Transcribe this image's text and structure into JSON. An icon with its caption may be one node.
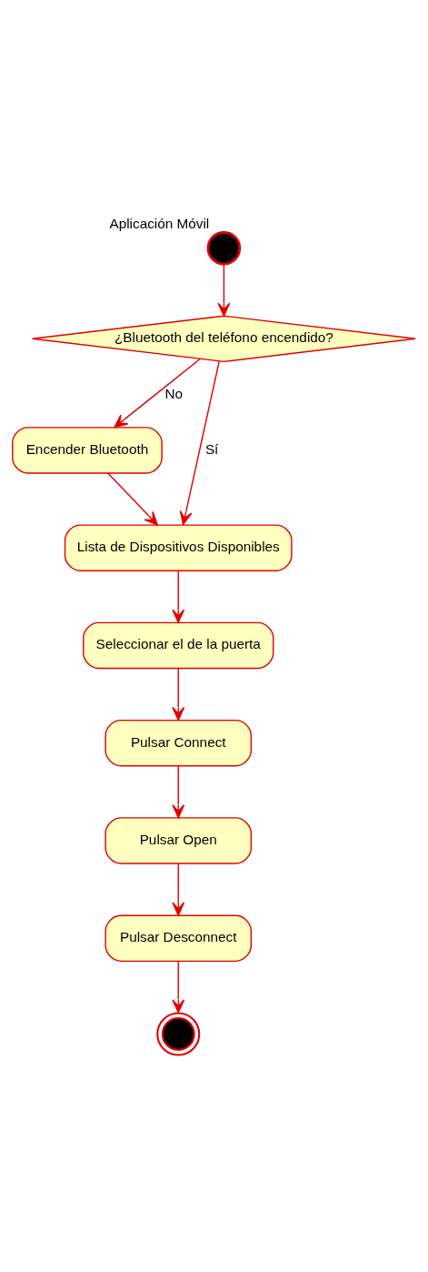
{
  "diagram": {
    "nodes": [
      {
        "text": [],
        "shape": "circle",
        "beside": [
          "Aplicación Móvil"
        ]
      },
      {
        "text": [
          "¿Bluetooth del teléfono encendido?"
        ]
      },
      {
        "text": [
          "Encender Bluetooth"
        ]
      },
      {
        "text": [
          "Lista de Dispositivos Disponibles"
        ]
      },
      {
        "text": [
          "Seleccionar el de la puerta"
        ]
      },
      {
        "text": [
          "Pulsar Connect"
        ]
      },
      {
        "text": [
          "Pulsar Open"
        ]
      },
      {
        "text": [
          "Pulsar Desconnect"
        ]
      },
      {
        "text": [],
        "shape": "bullseye"
      }
    ],
    "edges": [
      {
        "from": 0,
        "to": 1,
        "arrow": "to"
      },
      {
        "from": 1,
        "to": 2,
        "arrow": "to",
        "label": "No"
      },
      {
        "from": 1,
        "to": 3,
        "arrow": "to",
        "label": "Sí"
      },
      {
        "from": 2,
        "to": 3,
        "arrow": "to"
      },
      {
        "from": 3,
        "to": 4,
        "arrow": "to"
      },
      {
        "from": 4,
        "to": 5,
        "arrow": "to"
      },
      {
        "from": 5,
        "to": 6,
        "arrow": "to"
      },
      {
        "from": 6,
        "to": 7,
        "arrow": "to"
      },
      {
        "from": 7,
        "to": 8,
        "arrow": "to"
      }
    ]
  }
}
